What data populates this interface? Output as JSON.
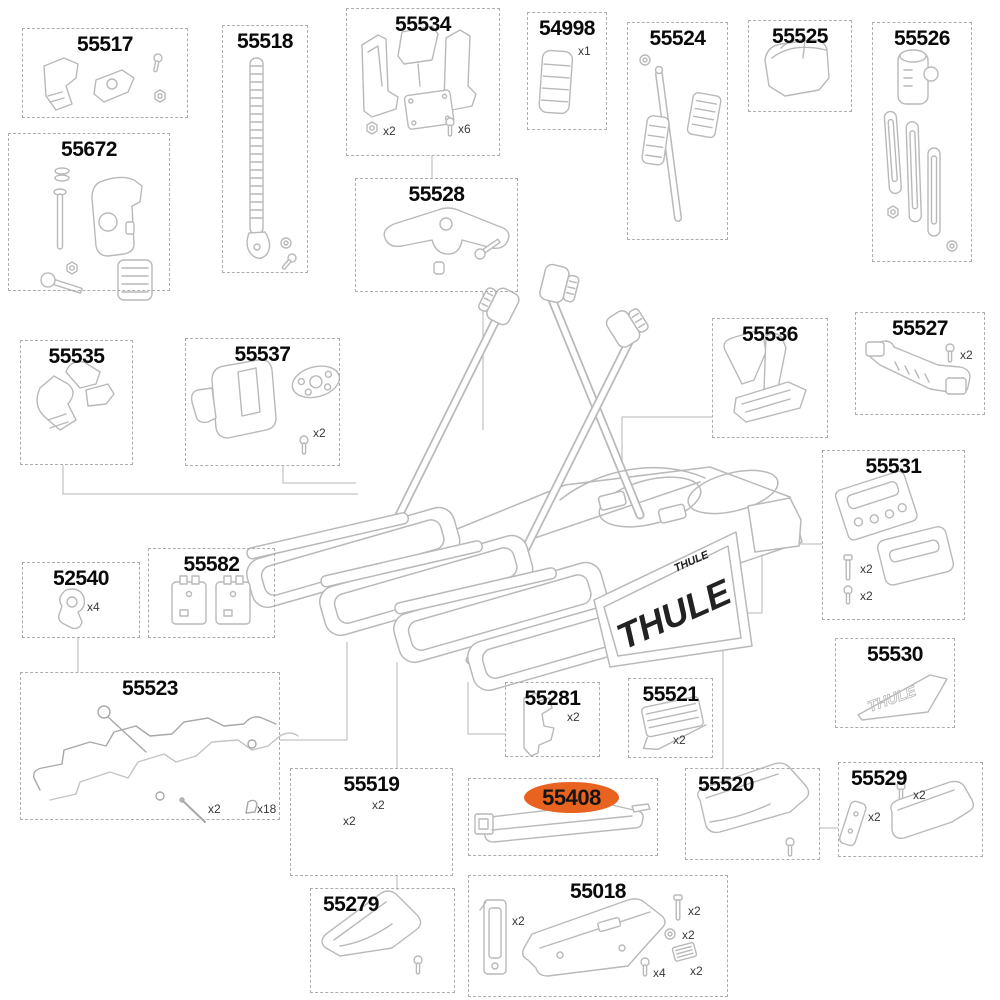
{
  "diagram": {
    "brand_plate": "THULE",
    "brand_plate_small": "THULE",
    "badge_text": "THULE"
  },
  "colors": {
    "line_art": "#b9b9b9",
    "connector": "#c5c5c5",
    "label": "#0a0a0a",
    "highlight": "#e8631f"
  },
  "parts": [
    {
      "number": "55517",
      "quantities": [],
      "highlighted": false
    },
    {
      "number": "55672",
      "quantities": [],
      "highlighted": false
    },
    {
      "number": "55518",
      "quantities": [],
      "highlighted": false
    },
    {
      "number": "55534",
      "quantities": [
        "x2",
        "x6"
      ],
      "highlighted": false
    },
    {
      "number": "54998",
      "quantities": [
        "x1"
      ],
      "highlighted": false
    },
    {
      "number": "55524",
      "quantities": [],
      "highlighted": false
    },
    {
      "number": "55525",
      "quantities": [],
      "highlighted": false
    },
    {
      "number": "55526",
      "quantities": [],
      "highlighted": false
    },
    {
      "number": "55528",
      "quantities": [],
      "highlighted": false
    },
    {
      "number": "55535",
      "quantities": [],
      "highlighted": false
    },
    {
      "number": "55537",
      "quantities": [
        "x2"
      ],
      "highlighted": false
    },
    {
      "number": "55536",
      "quantities": [],
      "highlighted": false
    },
    {
      "number": "55527",
      "quantities": [
        "x2"
      ],
      "highlighted": false
    },
    {
      "number": "55531",
      "quantities": [
        "x2",
        "x2"
      ],
      "highlighted": false
    },
    {
      "number": "55530",
      "quantities": [],
      "highlighted": false
    },
    {
      "number": "52540",
      "quantities": [
        "x4"
      ],
      "highlighted": false
    },
    {
      "number": "55582",
      "quantities": [],
      "highlighted": false
    },
    {
      "number": "55523",
      "quantities": [
        "x2",
        "x18"
      ],
      "highlighted": false
    },
    {
      "number": "55281",
      "quantities": [
        "x2"
      ],
      "highlighted": false
    },
    {
      "number": "55521",
      "quantities": [
        "x2"
      ],
      "highlighted": false
    },
    {
      "number": "55519",
      "quantities": [
        "x2",
        "x2"
      ],
      "highlighted": false
    },
    {
      "number": "55408",
      "quantities": [],
      "highlighted": true
    },
    {
      "number": "55520",
      "quantities": [],
      "highlighted": false
    },
    {
      "number": "55529",
      "quantities": [
        "x2",
        "x2"
      ],
      "highlighted": false
    },
    {
      "number": "55279",
      "quantities": [],
      "highlighted": false
    },
    {
      "number": "55018",
      "quantities": [
        "x2",
        "x2",
        "x2",
        "x4",
        "x2"
      ],
      "highlighted": false
    }
  ]
}
